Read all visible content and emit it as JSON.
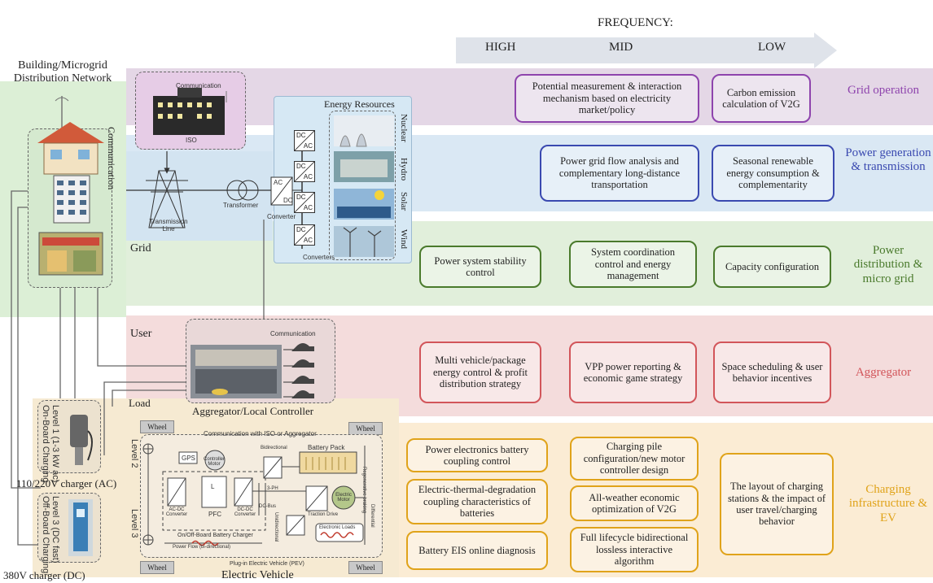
{
  "frequency": {
    "title": "FREQUENCY:",
    "high": "HIGH",
    "mid": "MID",
    "low": "LOW",
    "arrow_color": "#dfe3ea"
  },
  "bands": [
    {
      "key": "grid_operation",
      "label": "Grid operation",
      "color": "#8e44ad",
      "bg": "#e4d7e6"
    },
    {
      "key": "generation",
      "label": "Power generation & transmission",
      "color": "#3a49b0",
      "bg": "#dae8f4"
    },
    {
      "key": "distribution",
      "label": "Power distribution & micro grid",
      "color": "#4a7a2c",
      "bg": "#e1efdb"
    },
    {
      "key": "aggregator",
      "label": "Aggregator",
      "color": "#d2555a",
      "bg": "#f4dcdc"
    },
    {
      "key": "charging",
      "label": "Charging infrastructure & EV",
      "color": "#e0a31a",
      "bg": "#fbecd4"
    }
  ],
  "band_labels": {
    "grid_operation": "Grid operation",
    "generation": "Power generation & transmission",
    "distribution": "Power distribution & micro grid",
    "aggregator": "Aggregator",
    "charging": "Charging infrastructure & EV"
  },
  "boxes": {
    "grid_op_1": "Potential measurement & interaction mechanism based on electricity market/policy",
    "grid_op_2": "Carbon emission calculation of V2G",
    "gen_1": "Power grid flow analysis and complementary long-distance transportation",
    "gen_2": "Seasonal renewable energy consumption & complementarity",
    "dist_1": "Power system stability control",
    "dist_2": "System coordination control and energy management",
    "dist_3": "Capacity configuration",
    "agg_1": "Multi vehicle/package energy control & profit distribution strategy",
    "agg_2": "VPP power reporting & economic game strategy",
    "agg_3": "Space scheduling & user behavior incentives",
    "ev_1": "Power electronics battery coupling control",
    "ev_2": "Electric-thermal-degradation coupling characteristics of batteries",
    "ev_3": "Battery EIS online diagnosis",
    "ev_4": "Charging pile configuration/new motor controller design",
    "ev_5": "All-weather economic optimization of V2G",
    "ev_6": "Full lifecycle bidirectional lossless interactive algorithm",
    "ev_7": "The layout of charging stations & the impact of user travel/charging behavior"
  },
  "diagram": {
    "building_title": "Building/Microgrid Distribution Network",
    "communication_vertical": "Communication",
    "grid": "Grid",
    "user": "User",
    "load": "Load",
    "iso_comm": "Communication",
    "iso": "ISO",
    "transmission_line": "Transmission Line",
    "transformer": "Transformer",
    "converter": "Converter",
    "converters": "Converters",
    "energy_resources": "Energy Resources",
    "nuclear": "Nuclear",
    "hydro": "Hydro",
    "solar": "Solar",
    "wind": "Wind",
    "agg_comm": "Communication",
    "agg_controller": "Aggregator/Local Controller",
    "charger_ac": "110/220V charger (AC)",
    "charger_dc": "380V charger (DC)",
    "on_board": "On-Board Charging",
    "off_board": "Off-Board Charging",
    "level1": "Level 1 (1-3 kW ac)",
    "level3": "Level 3 (DC fast)",
    "level2": "Level 2",
    "level3b": "Level 3",
    "electric_vehicle": "Electric Vehicle",
    "wheel": "Wheel",
    "comm_iso_agg": "Communication with ISO or Aggregator",
    "gps": "GPS",
    "controller_motor": "Controller Motor",
    "battery_pack": "Battery Pack",
    "bidirectional": "Bidirectional",
    "unidirectional": "Unidirectional",
    "regenerative": "Regenerative braking",
    "differential": "Differential",
    "electric_motor": "Electric Motor",
    "traction_drive": "Traction Drive",
    "pfc": "PFC",
    "ac_dc_converter": "AC-DC Converter",
    "dc_dc_converter": "DC-DC Converter",
    "dc_bus": "DC-Bus",
    "on_off_board_charger": "On/Off-Board Battery Charger",
    "power_flow": "Power Flow (bi-directional)",
    "phev": "Plug-in Electric Vehicle (PEV)",
    "electronic_loads": "Electronic Loads",
    "ac": "AC",
    "dc": "DC",
    "l_label": "L",
    "three_phase": "3-PH"
  }
}
